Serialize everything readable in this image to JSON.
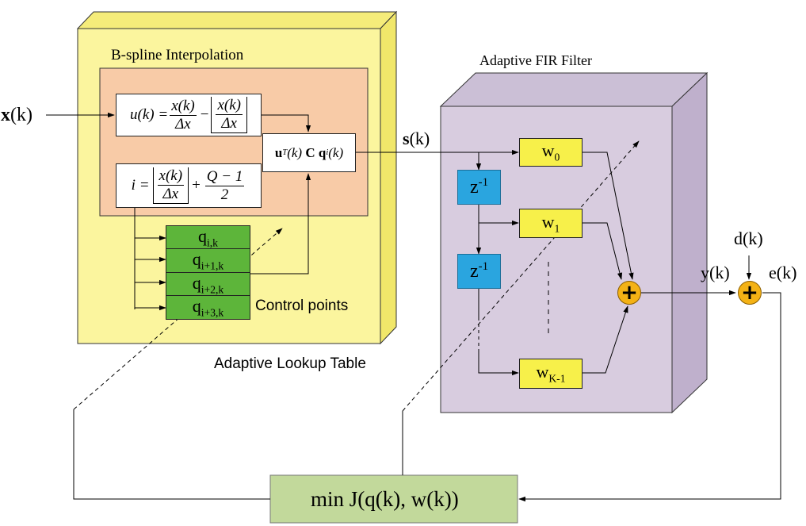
{
  "labels": {
    "bspline_title": "B-spline Interpolation",
    "fir_title": "Adaptive FIR Filter",
    "lookup_title": "Adaptive Lookup Table",
    "control_points": "Control points",
    "input": "x(k)",
    "input_bold": "x",
    "input_rest": "(k)",
    "s_signal_bold": "s",
    "s_signal_rest": "(k)",
    "d_signal": "d(k)",
    "y_signal": "y(k)",
    "e_signal": "e(k)",
    "objective": "min J(q(k), w(k))"
  },
  "formulas": {
    "u_lhs": "u(k) =",
    "u_frac_num": "x(k)",
    "u_frac_den": "Δx",
    "u_minus": "−",
    "i_lhs": "i =",
    "i_frac_num": "x(k)",
    "i_frac_den": "Δx",
    "i_plus": "+",
    "i_q_num": "Q − 1",
    "i_q_den": "2",
    "output": "u(k) C q(k)"
  },
  "weights": [
    "w0",
    "w1",
    "wK-1"
  ],
  "delays": [
    "z-1",
    "z-1"
  ],
  "control_point_cells": [
    "qi,k",
    "qi+1,k",
    "qi+2,k",
    "qi+3,k"
  ],
  "colors": {
    "lookup_table": "#fbf59e",
    "lookup_side": "#f1e76a",
    "bspline": "#f8cba7",
    "fir_front": "#d8ccdf",
    "fir_side": "#bfb0cc",
    "weight": "#f7f04a",
    "delay": "#2aa5df",
    "control_point": "#5db53a",
    "objective": "#c2d99b",
    "summer": "#f4b215"
  }
}
